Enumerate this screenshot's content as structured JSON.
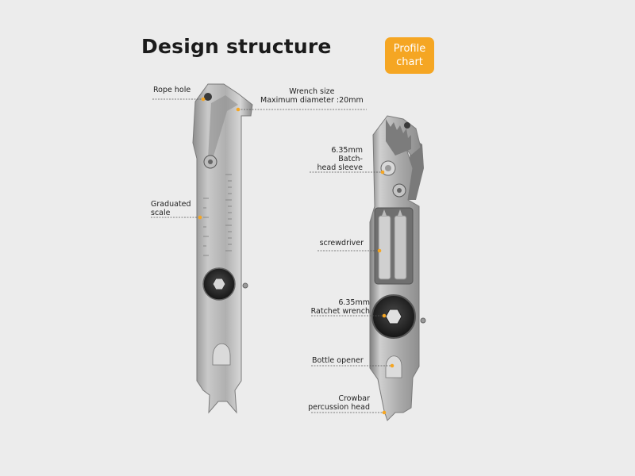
{
  "title": "Design structure",
  "badge": {
    "line1": "Profile",
    "line2": "chart"
  },
  "labels": {
    "rope_hole": "Rope hole",
    "wrench_size_line1": "Wrench size",
    "wrench_size_line2": "Maximum diameter :20mm",
    "graduated_scale_line1": "Graduated",
    "graduated_scale_line2": "scale",
    "bit_sleeve_line1": "6.35mm",
    "bit_sleeve_line2": "Batch-",
    "bit_sleeve_line3": "head sleeve",
    "screwdriver": "screwdriver",
    "ratchet_line1": "6.35mm",
    "ratchet_line2": "Ratchet wrench",
    "bottle_opener": "Bottle opener",
    "crowbar_line1": "Crowbar",
    "crowbar_line2": "percussion head"
  },
  "colors": {
    "badge": "#f5a623",
    "leader_dot": "#f5a623",
    "background": "#ececec"
  }
}
